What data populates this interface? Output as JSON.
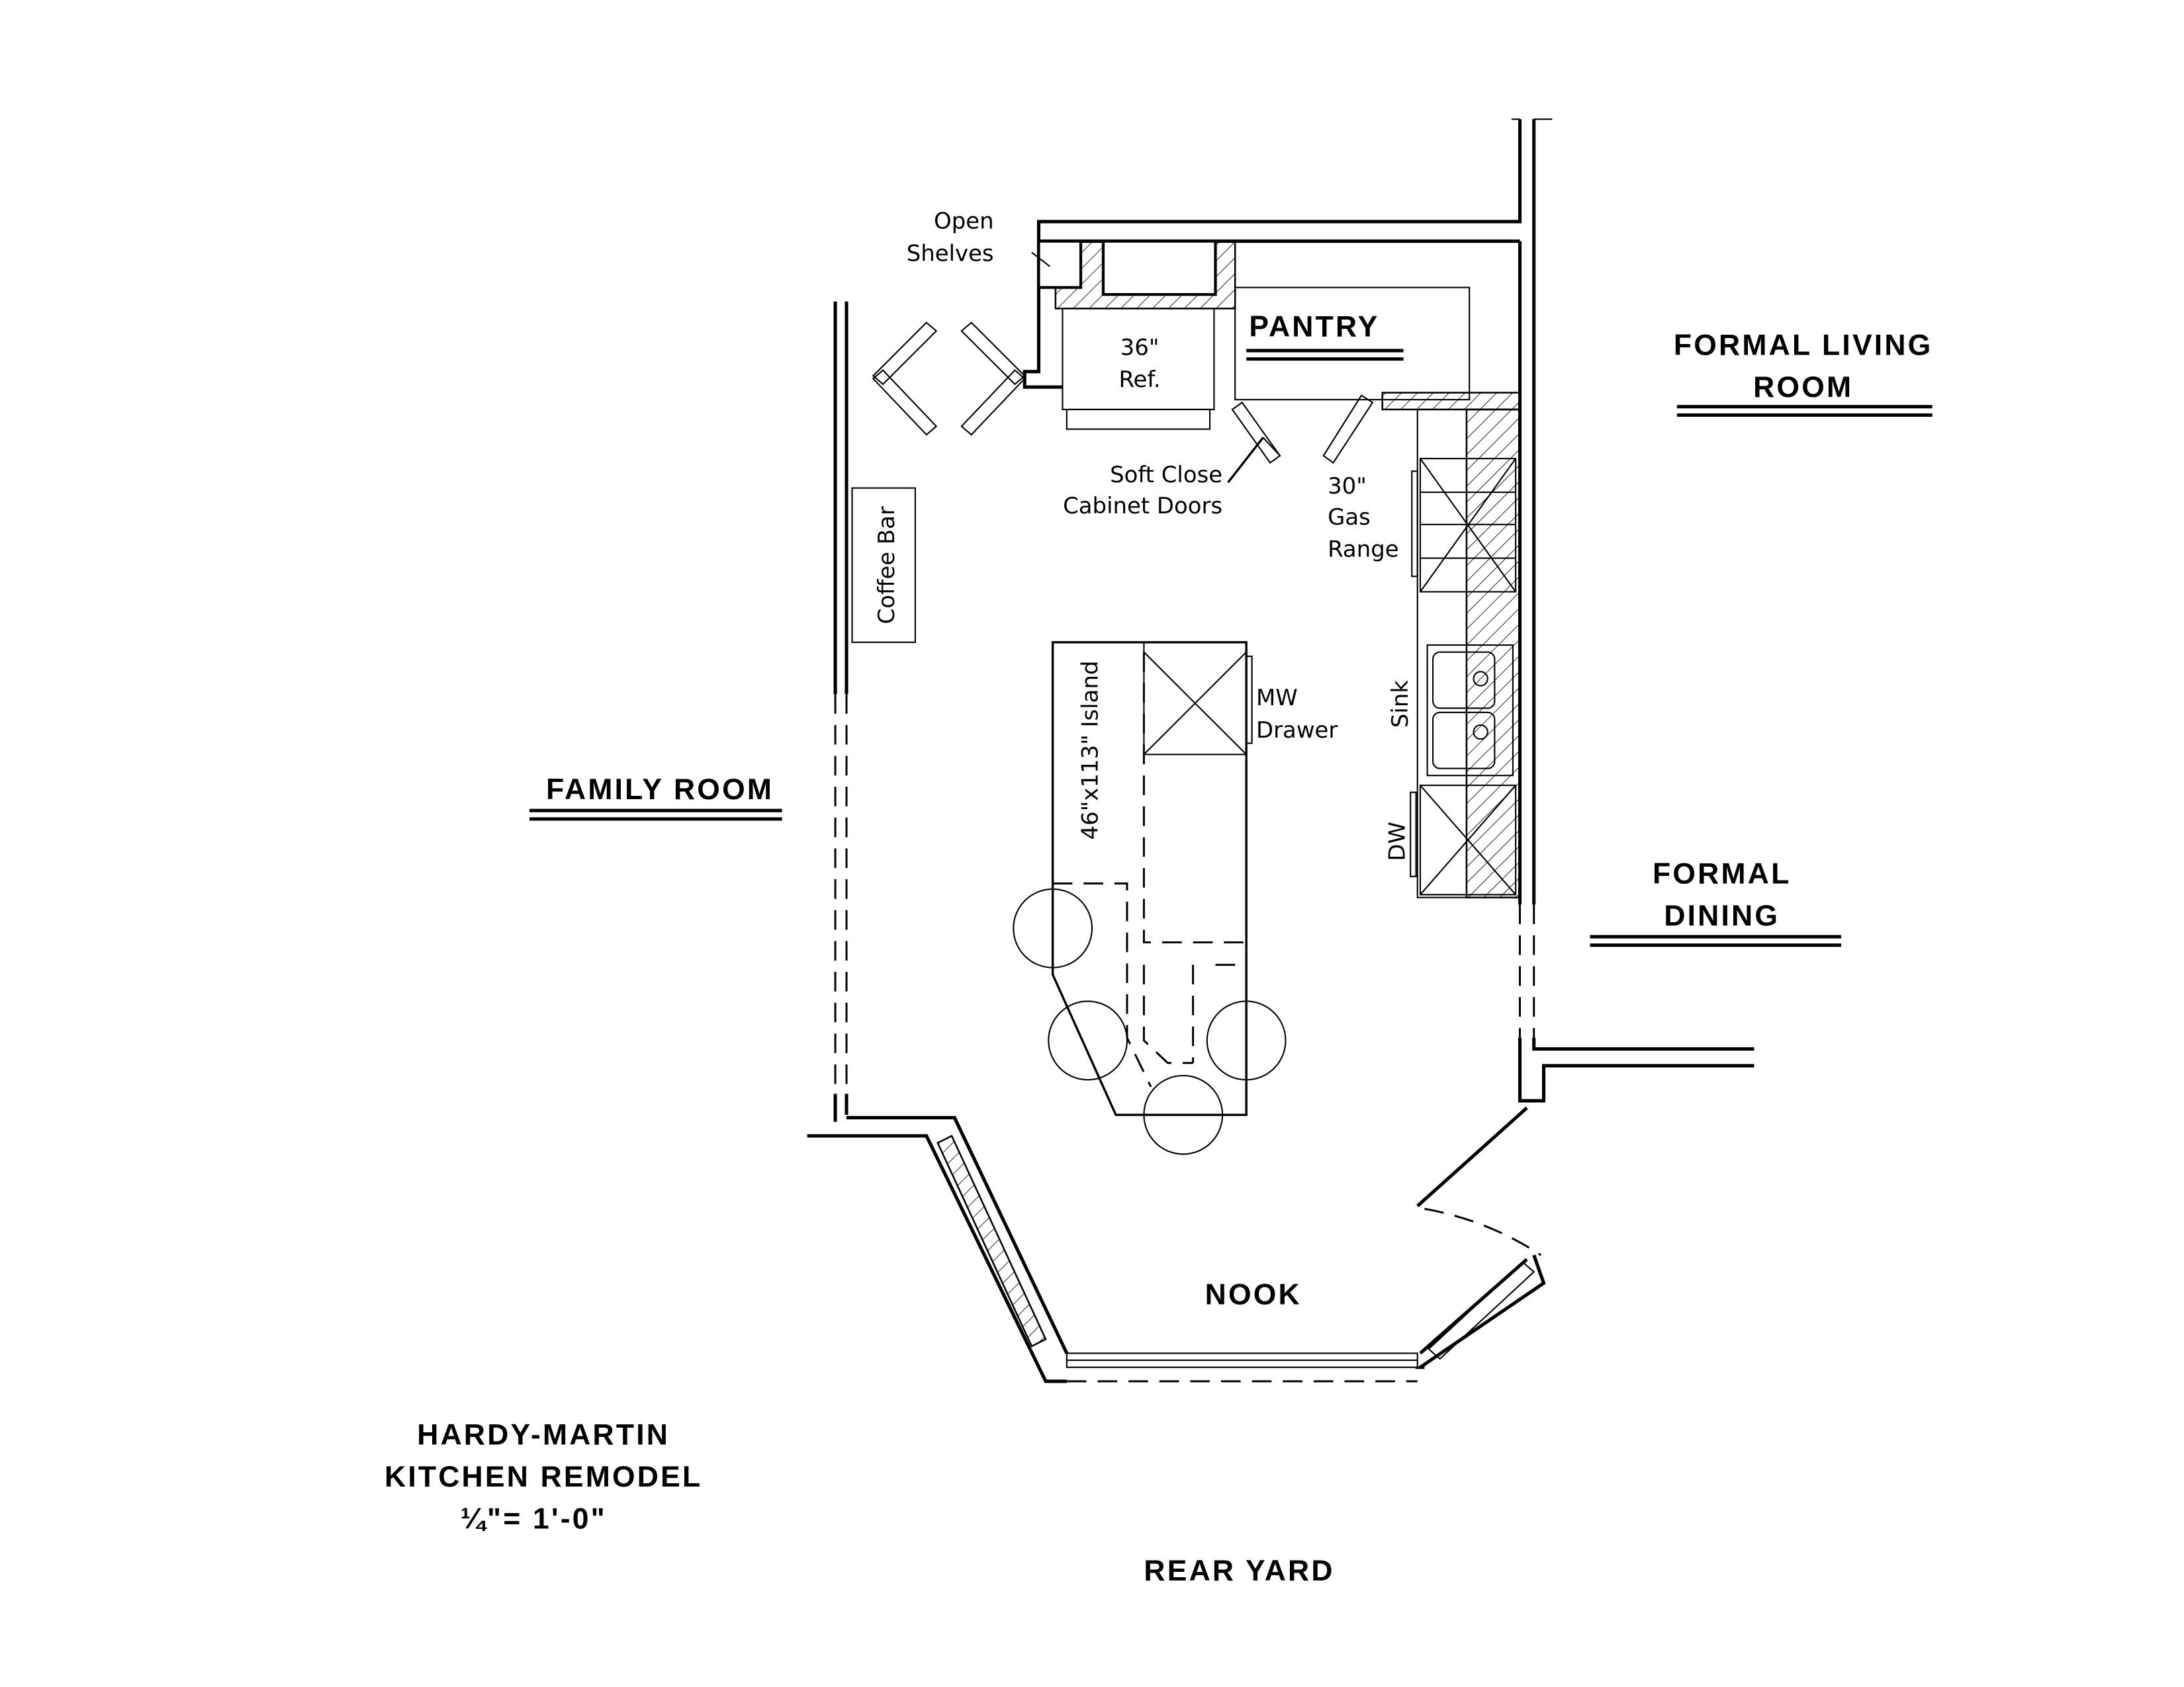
{
  "rooms": {
    "pantry": "PANTRY",
    "formal_living_line1": "FORMAL LIVING",
    "formal_living_line2": "ROOM",
    "family_room": "FAMILY ROOM",
    "formal_dining_line1": "FORMAL",
    "formal_dining_line2": "DINING",
    "nook": "NOOK",
    "rear_yard": "REAR YARD"
  },
  "notes": {
    "open_shelves_1": "Open",
    "open_shelves_2": "Shelves",
    "ref_1": "36\"",
    "ref_2": "Ref.",
    "soft_close_1": "Soft Close",
    "soft_close_2": "Cabinet Doors",
    "range_1": "30\"",
    "range_2": "Gas",
    "range_3": "Range",
    "coffee_bar": "Coffee Bar",
    "island": "46\"x113\" Island",
    "mw_1": "MW",
    "mw_2": "Drawer",
    "sink": "Sink",
    "dw": "DW"
  },
  "title_block": {
    "line1": "HARDY-MARTIN",
    "line2": "KITCHEN REMODEL",
    "scale": "¼\"= 1'-0\""
  },
  "colors": {
    "line": "#000000",
    "background": "#ffffff"
  }
}
